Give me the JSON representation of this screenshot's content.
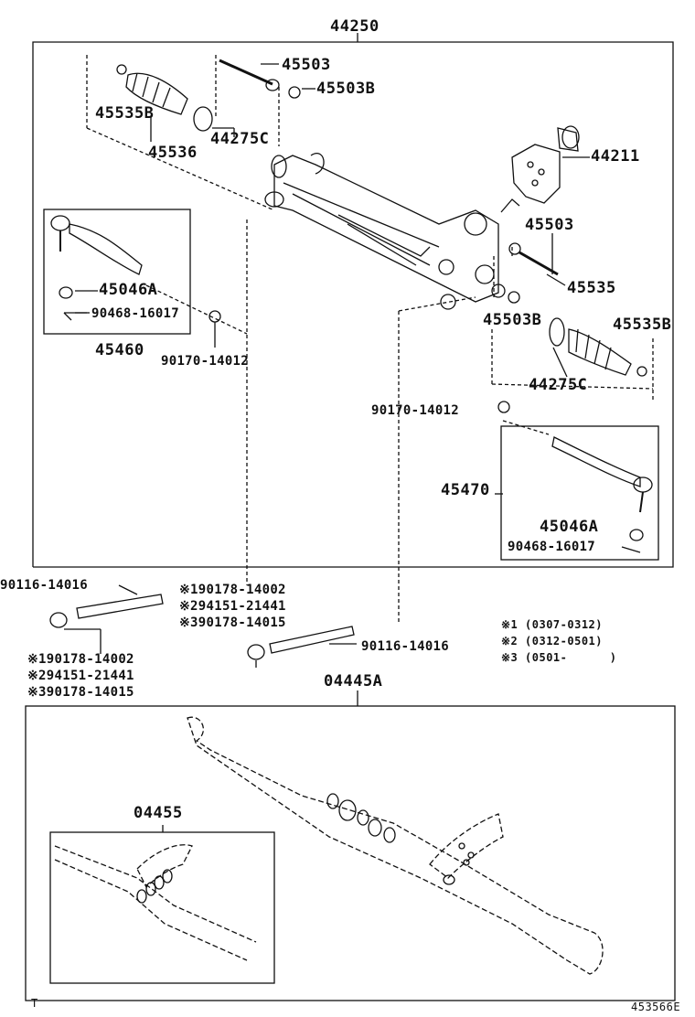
{
  "labels": {
    "main_assembly": "44250",
    "rod_top": "45503",
    "nut_top": "45503B",
    "boot_clip_left": "45535B",
    "boot_left": "45536",
    "ring_left": "44275C",
    "housing_bracket": "44211",
    "rod_right": "45503",
    "boot_clamp_right": "45535",
    "nut_right": "45503B",
    "boot_clip_right": "45535B",
    "ring_right": "44275C",
    "tie_end_nut_left": "45046A",
    "cotter_left": "90468-16017",
    "tie_end_left": "45460",
    "nut_left_small": "90170-14012",
    "nut_right_small": "90170-14012",
    "tie_end_right": "45470",
    "tie_end_nut_right": "45046A",
    "cotter_right": "90468-16017",
    "bolt_left": "90116-14016",
    "bolt_right": "90116-14016",
    "gasket_kit": "04445A",
    "seal_kit": "04455",
    "footer_left": "T",
    "footer_right": "453566E"
  },
  "nut_options_upper": [
    {
      "mark": "※1",
      "part": "90178-14002"
    },
    {
      "mark": "※2",
      "part": "94151-21441"
    },
    {
      "mark": "※3",
      "part": "90178-14015"
    }
  ],
  "nut_options_lower": [
    {
      "mark": "※1",
      "part": "90178-14002"
    },
    {
      "mark": "※2",
      "part": "94151-21441"
    },
    {
      "mark": "※3",
      "part": "90178-14015"
    }
  ],
  "date_legend": [
    {
      "mark": "※1",
      "range": "(0307-0312)"
    },
    {
      "mark": "※2",
      "range": "(0312-0501)"
    },
    {
      "mark": "※3",
      "range": "(0501-      )"
    }
  ]
}
